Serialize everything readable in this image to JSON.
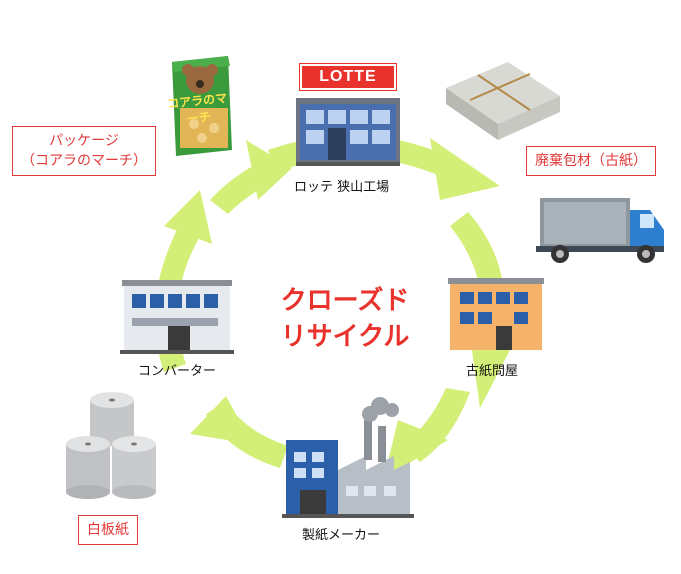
{
  "diagram": {
    "center_title_line1": "クローズド",
    "center_title_line2": "リサイクル",
    "nodes": {
      "factory": {
        "label": "ロッテ 狭山工場",
        "sign": "LOTTE"
      },
      "waste_paper": {
        "label": "廃棄包材（古紙）"
      },
      "wholesaler": {
        "label": "古紙問屋"
      },
      "paper_maker": {
        "label": "製紙メーカー"
      },
      "whiteboard": {
        "label": "白板紙"
      },
      "converter": {
        "label": "コンバーター"
      },
      "package": {
        "label_line1": "パッケージ",
        "label_line2": "（コアラのマーチ）",
        "product_text": "コアラのマーチ"
      }
    },
    "colors": {
      "arrow": "#d4ef78",
      "accent_red": "#e8322b",
      "building_blue": "#2b5fa8",
      "building_orange": "#f4b26b",
      "truck_blue": "#2e7fd0"
    }
  }
}
